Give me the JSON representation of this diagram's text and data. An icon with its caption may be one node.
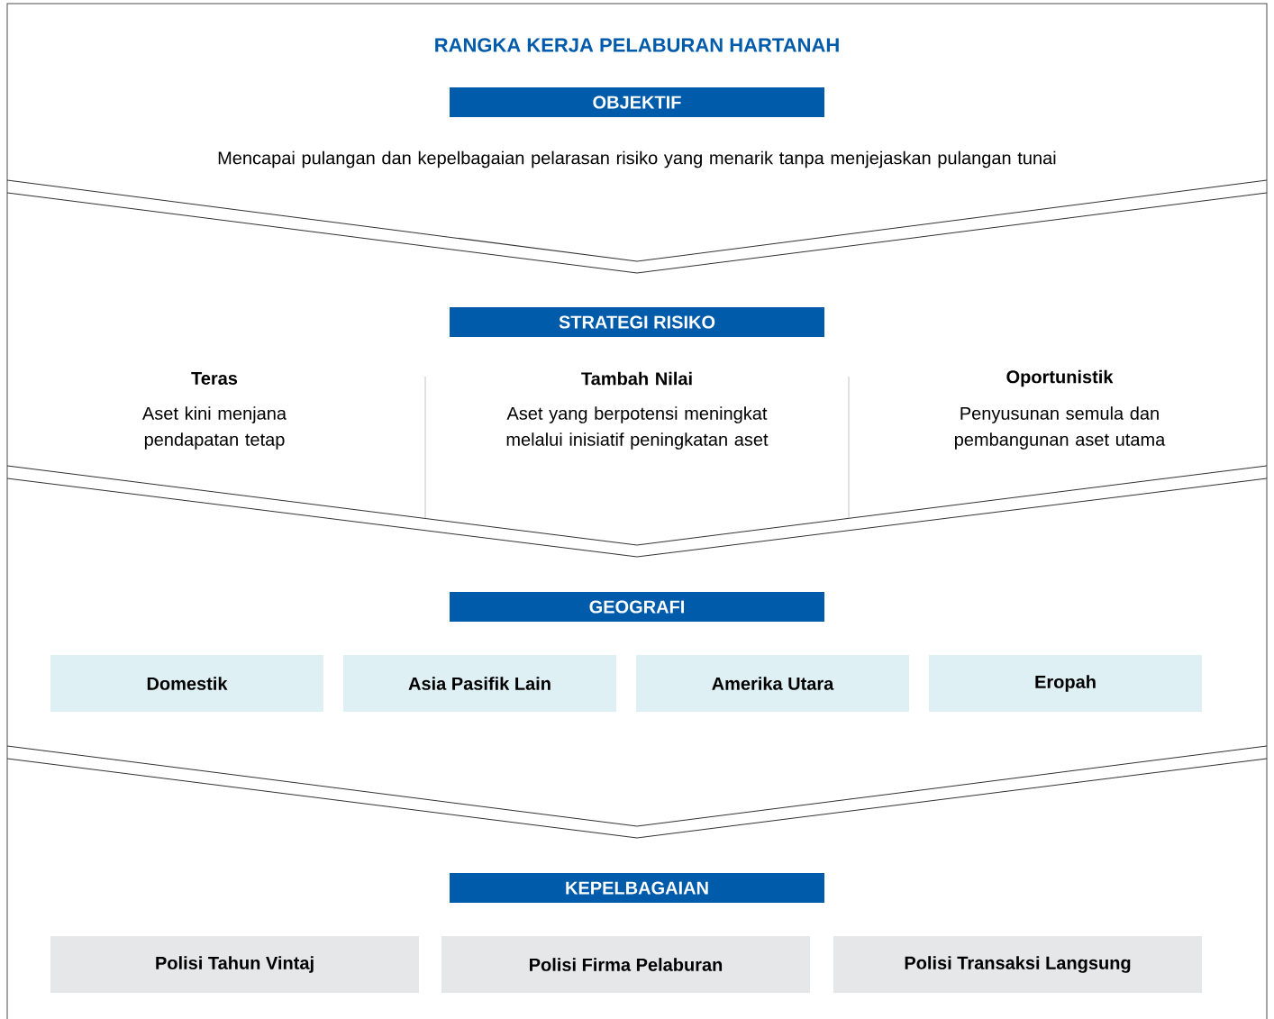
{
  "diagram": {
    "title": "RANGKA KERJA PELABURAN HARTANAH",
    "nodes": [
      {
        "text": [
          "OBJEKTIF"
        ]
      },
      {
        "text": [
          "STRATEGI RISIKO"
        ]
      },
      {
        "text": [
          "GEOGRAFI"
        ]
      },
      {
        "text": [
          "Domestik"
        ]
      },
      {
        "text": [
          "Asia Pasifik Lain"
        ]
      },
      {
        "text": [
          "Amerika Utara"
        ]
      },
      {
        "text": [
          "Eropah"
        ]
      },
      {
        "text": [
          "KEPELBAGAIAN"
        ]
      },
      {
        "text": [
          "Polisi Tahun Vintaj"
        ]
      },
      {
        "text": [
          "Polisi Firma Pelaburan"
        ]
      },
      {
        "text": [
          "Polisi Transaksi Langsung"
        ]
      }
    ],
    "labels": [
      "Mencapai pulangan dan kepelbagaian pelarasan risiko yang menarik tanpa menjejaskan pulangan tunai",
      "Teras",
      "Tambah Nilai",
      "Oportunistik",
      "Aset kini menjana pendapatan tetap",
      "Aset yang berpotensi meningkat melalui inisiatif peningkatan aset",
      "Penyusunan semula dan pembangunan aset utama"
    ]
  }
}
